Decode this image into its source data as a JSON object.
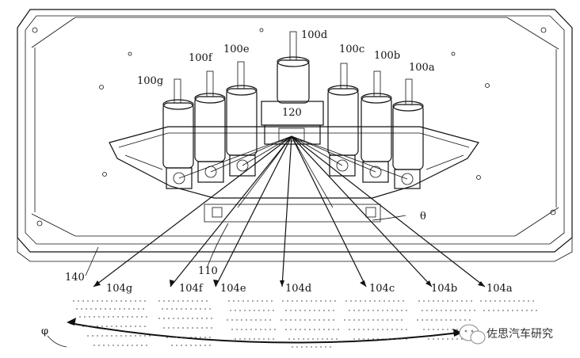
{
  "figure": {
    "labels": {
      "emitter_a": "100a",
      "emitter_b": "100b",
      "emitter_c": "100c",
      "emitter_d": "100d",
      "emitter_e": "100e",
      "emitter_f": "100f",
      "emitter_g": "100g",
      "hub": "120",
      "beam_a": "104a",
      "beam_b": "104b",
      "beam_c": "104c",
      "beam_d": "104d",
      "beam_e": "104e",
      "beam_f": "104f",
      "beam_g": "104g",
      "base": "110",
      "frame": "140",
      "theta": "θ",
      "phi": "φ"
    },
    "emitter_count": 7,
    "beam_count": 7
  },
  "watermark": {
    "text": "佐思汽车研究",
    "icon": "wechat-logo-icon"
  }
}
